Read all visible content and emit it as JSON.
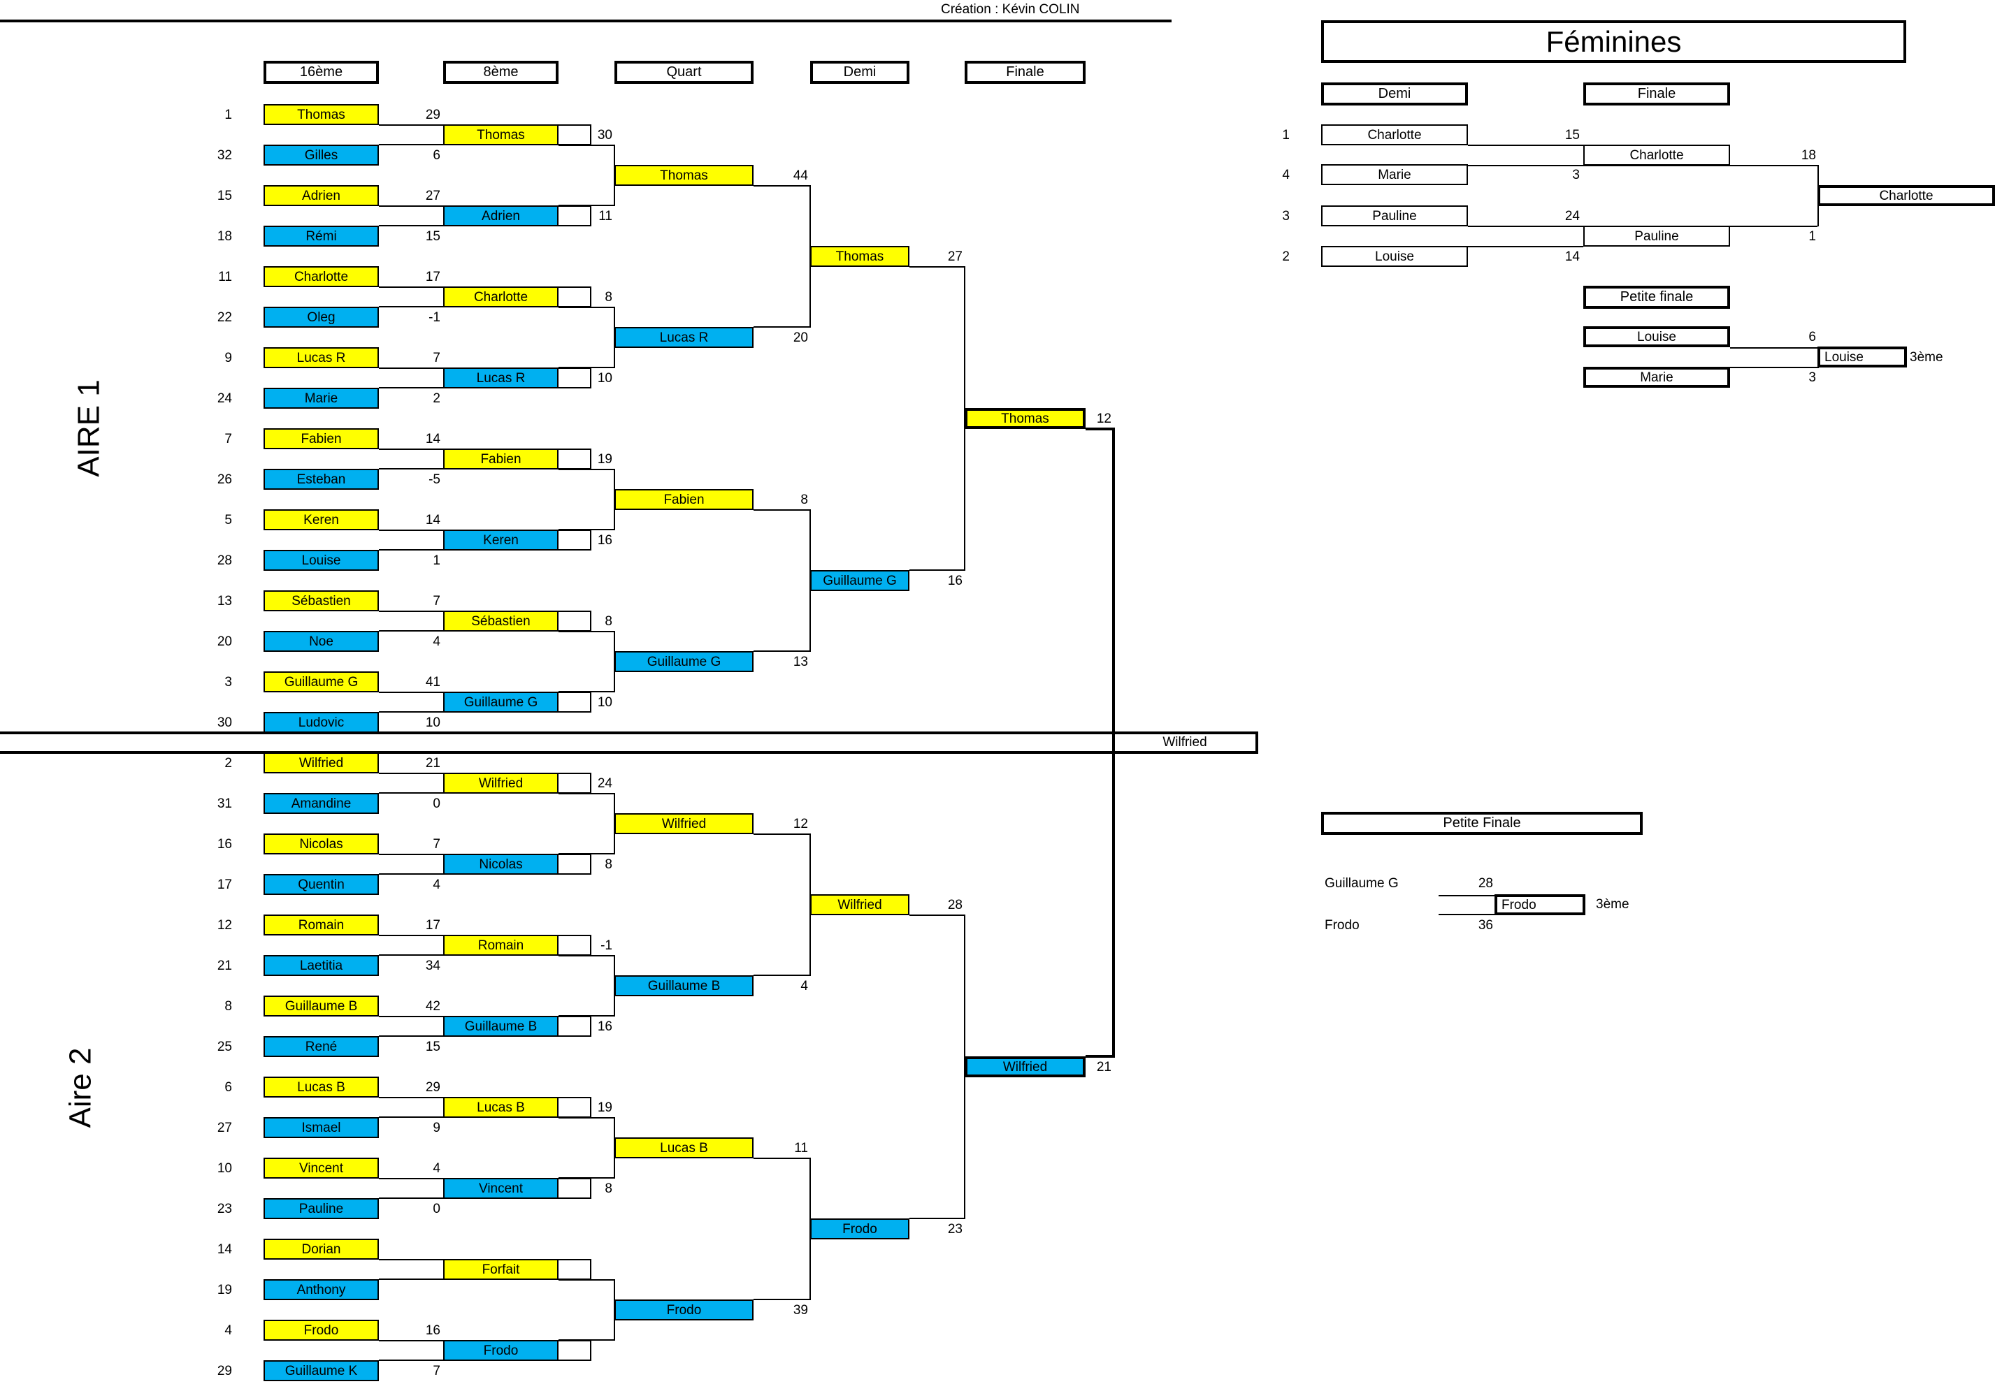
{
  "credit": "Création : Kévin COLIN",
  "areas": [
    "AIRE 1",
    "Aire 2"
  ],
  "rounds": [
    "16ème",
    "8ème",
    "Quart",
    "Demi",
    "Finale"
  ],
  "seeds": [
    "1",
    "32",
    "15",
    "18",
    "11",
    "22",
    "9",
    "24",
    "7",
    "26",
    "5",
    "28",
    "13",
    "20",
    "3",
    "30",
    "2",
    "31",
    "16",
    "17",
    "12",
    "21",
    "8",
    "25",
    "6",
    "27",
    "10",
    "23",
    "14",
    "19",
    "4",
    "29"
  ],
  "r16": [
    {
      "name": "Thomas",
      "score": "29"
    },
    {
      "name": "Gilles",
      "score": "6"
    },
    {
      "name": "Adrien",
      "score": "27"
    },
    {
      "name": "Rémi",
      "score": "15"
    },
    {
      "name": "Charlotte",
      "score": "17"
    },
    {
      "name": "Oleg",
      "score": "-1"
    },
    {
      "name": "Lucas R",
      "score": "7"
    },
    {
      "name": "Marie",
      "score": "2"
    },
    {
      "name": "Fabien",
      "score": "14"
    },
    {
      "name": "Esteban",
      "score": "-5"
    },
    {
      "name": "Keren",
      "score": "14"
    },
    {
      "name": "Louise",
      "score": "1"
    },
    {
      "name": "Sébastien",
      "score": "7"
    },
    {
      "name": "Noe",
      "score": "4"
    },
    {
      "name": "Guillaume G",
      "score": "41"
    },
    {
      "name": "Ludovic",
      "score": "10"
    },
    {
      "name": "Wilfried",
      "score": "21"
    },
    {
      "name": "Amandine",
      "score": "0"
    },
    {
      "name": "Nicolas",
      "score": "7"
    },
    {
      "name": "Quentin",
      "score": "4"
    },
    {
      "name": "Romain",
      "score": "17"
    },
    {
      "name": "Laetitia",
      "score": "34"
    },
    {
      "name": "Guillaume B",
      "score": "42"
    },
    {
      "name": "René",
      "score": "15"
    },
    {
      "name": "Lucas B",
      "score": "29"
    },
    {
      "name": "Ismael",
      "score": "9"
    },
    {
      "name": "Vincent",
      "score": "4"
    },
    {
      "name": "Pauline",
      "score": "0"
    },
    {
      "name": "Dorian",
      "score": ""
    },
    {
      "name": "Anthony",
      "score": ""
    },
    {
      "name": "Frodo",
      "score": "16"
    },
    {
      "name": "Guillaume K",
      "score": "7"
    }
  ],
  "r8": [
    {
      "name": "Thomas",
      "score": "30"
    },
    {
      "name": "Adrien",
      "score": "11"
    },
    {
      "name": "Charlotte",
      "score": "8"
    },
    {
      "name": "Lucas R",
      "score": "10"
    },
    {
      "name": "Fabien",
      "score": "19"
    },
    {
      "name": "Keren",
      "score": "16"
    },
    {
      "name": "Sébastien",
      "score": "8"
    },
    {
      "name": "Guillaume G",
      "score": "10"
    },
    {
      "name": "Wilfried",
      "score": "24"
    },
    {
      "name": "Nicolas",
      "score": "8"
    },
    {
      "name": "Romain",
      "score": "-1"
    },
    {
      "name": "Guillaume B",
      "score": "16"
    },
    {
      "name": "Lucas B",
      "score": "19"
    },
    {
      "name": "Vincent",
      "score": "8"
    },
    {
      "name": "Forfait",
      "score": ""
    },
    {
      "name": "Frodo",
      "score": ""
    }
  ],
  "quart": [
    {
      "name": "Thomas",
      "score": "44"
    },
    {
      "name": "Lucas R",
      "score": "20"
    },
    {
      "name": "Fabien",
      "score": "8"
    },
    {
      "name": "Guillaume G",
      "score": "13"
    },
    {
      "name": "Wilfried",
      "score": "12"
    },
    {
      "name": "Guillaume B",
      "score": "4"
    },
    {
      "name": "Lucas B",
      "score": "11"
    },
    {
      "name": "Frodo",
      "score": "39"
    }
  ],
  "demi": [
    {
      "name": "Thomas",
      "score": "27"
    },
    {
      "name": "Guillaume G",
      "score": "16"
    },
    {
      "name": "Wilfried",
      "score": "28"
    },
    {
      "name": "Frodo",
      "score": "23"
    }
  ],
  "finale": [
    {
      "name": "Thomas",
      "score": "12"
    },
    {
      "name": "Wilfried",
      "score": "21"
    }
  ],
  "champion": "Wilfried",
  "feminines": {
    "title": "Féminines",
    "demi_label": "Demi",
    "finale_label": "Finale",
    "seeds": [
      "1",
      "4",
      "3",
      "2"
    ],
    "demi": [
      {
        "name": "Charlotte",
        "score": "15"
      },
      {
        "name": "Marie",
        "score": "3"
      },
      {
        "name": "Pauline",
        "score": "24"
      },
      {
        "name": "Louise",
        "score": "14"
      }
    ],
    "finale": [
      {
        "name": "Charlotte",
        "score": "18"
      },
      {
        "name": "Pauline",
        "score": "1"
      }
    ],
    "winner": "Charlotte",
    "petite_finale_label": "Petite finale",
    "petite_finale": [
      {
        "name": "Louise",
        "score": "6"
      },
      {
        "name": "Marie",
        "score": "3"
      }
    ],
    "third": "Louise",
    "third_label": "3ème"
  },
  "petite_finale": {
    "label": "Petite Finale",
    "players": [
      {
        "name": "Guillaume G",
        "score": "28"
      },
      {
        "name": "Frodo",
        "score": "36"
      }
    ],
    "third": "Frodo",
    "third_label": "3ème"
  },
  "colors": {
    "winner": "#ffff00",
    "loser": "#00b0f0"
  }
}
